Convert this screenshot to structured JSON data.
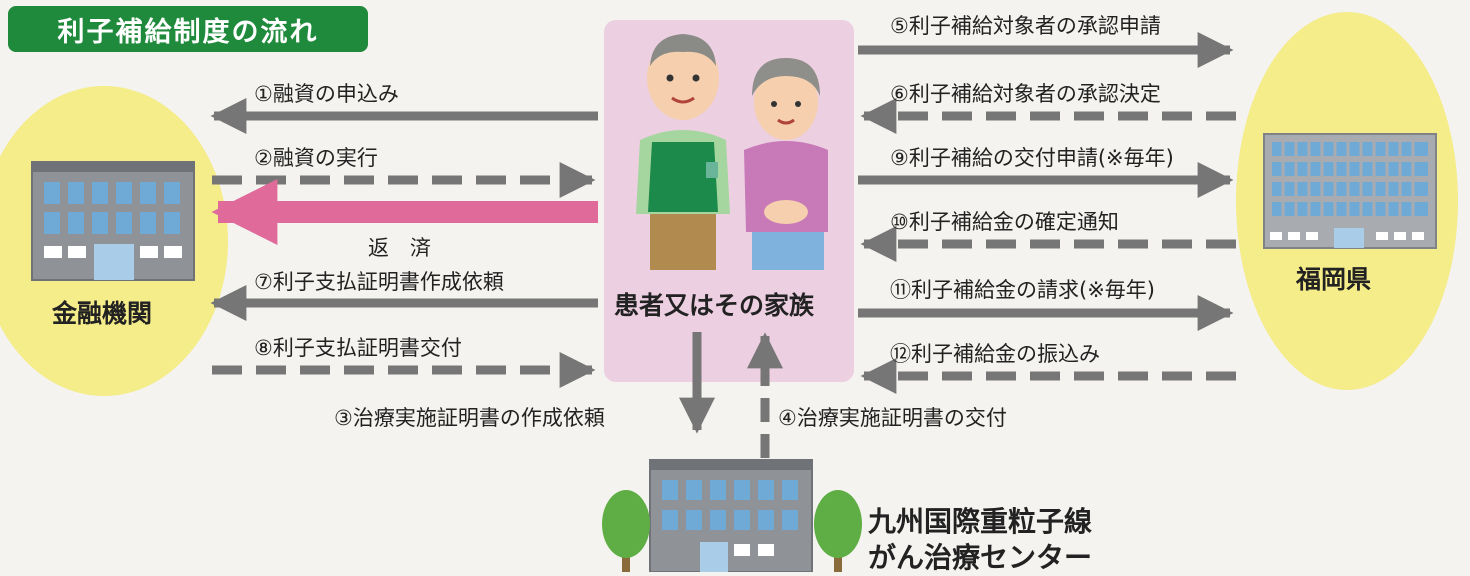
{
  "title": "利子補給制度の流れ",
  "entities": {
    "bank": "金融機関",
    "patient": "患者又はその家族",
    "prefecture": "福岡県",
    "center_line1": "九州国際重粒子線",
    "center_line2": "がん治療センター"
  },
  "steps": {
    "s1": "①融資の申込み",
    "s2": "②融資の実行",
    "repay": "返　済",
    "s7": "⑦利子支払証明書作成依頼",
    "s8": "⑧利子支払証明書交付",
    "s3": "③治療実施証明書の作成依頼",
    "s4": "④治療実施証明書の交付",
    "s5": "⑤利子補給対象者の承認申請",
    "s6": "⑥利子補給対象者の承認決定",
    "s9": "⑨利子補給の交付申請(※毎年)",
    "s10": "⑩利子補給金の確定通知",
    "s11": "⑪利子補給金の請求(※毎年)",
    "s12": "⑫利子補給金の振込み"
  },
  "colors": {
    "title_bg": "#1f8a3c",
    "ellipse": "#f5ec8a",
    "family_box": "#eccfe0",
    "arrow": "#767676",
    "repay_arrow": "#e06b9a"
  }
}
